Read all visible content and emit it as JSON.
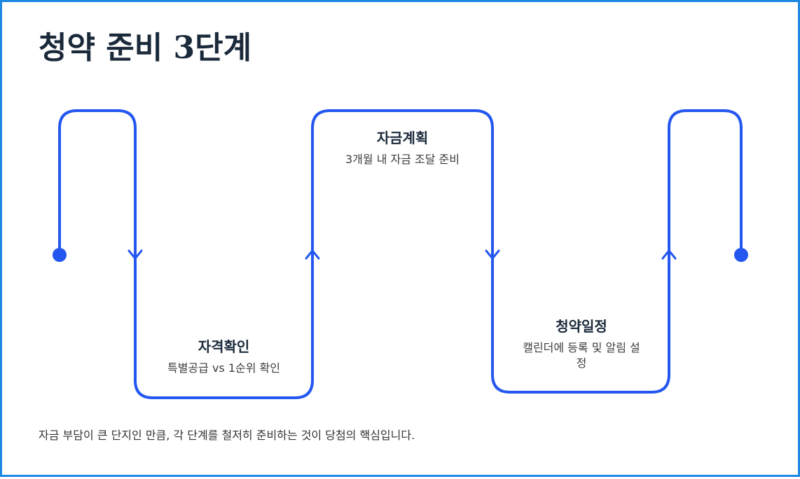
{
  "title": "청약 준비 3단계",
  "steps": [
    {
      "title": "자격확인",
      "desc": "특별공급 vs 1순위 확인"
    },
    {
      "title": "자금계획",
      "desc": "3개월 내 자금 조달 준비"
    },
    {
      "title": "청약일정",
      "desc": "캘린더에 등록 및 알림 설정"
    }
  ],
  "footer": "자금 부담이 큰 단지인 만큼, 각 단계를 철저히 준비하는 것이 당첨의 핵심입니다.",
  "colors": {
    "frame_border": "#1E88E5",
    "path_line": "#2457F0",
    "title_text": "#1B2A3B",
    "body_text": "#333333"
  }
}
